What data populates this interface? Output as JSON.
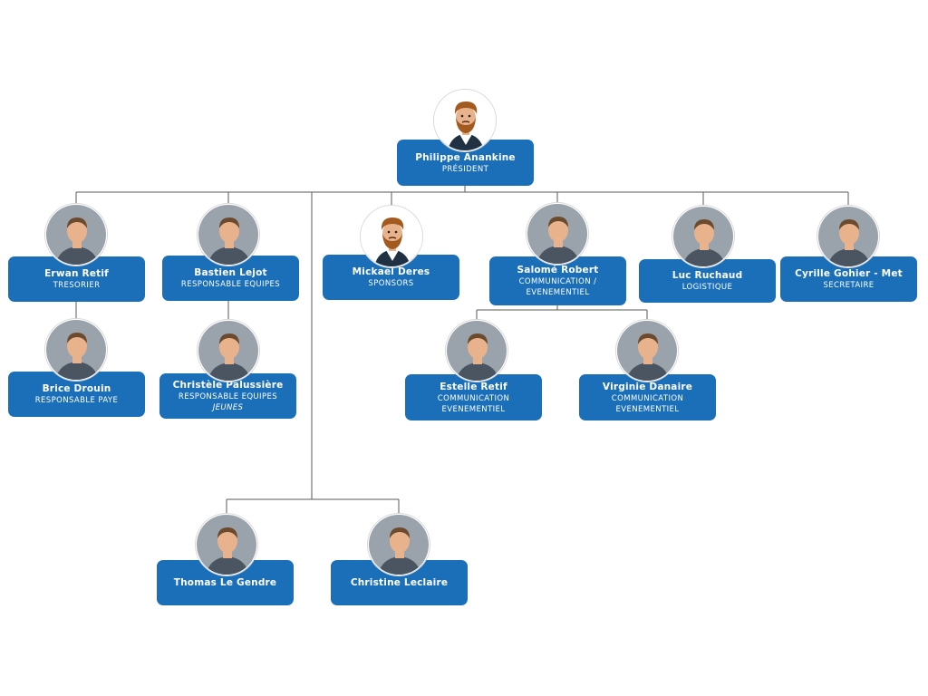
{
  "colors": {
    "box": "#1a6fb8",
    "line": "#5a5a5a",
    "photo_bg": "#9aa3ab",
    "skin": "#e8b28c",
    "hair": "#6b4a2e",
    "cartoon_beard": "#a35a1f",
    "cartoon_suit": "#1f3142"
  },
  "nodes": [
    {
      "id": "pres",
      "name": "Philippe Anankine",
      "role": [
        "PRÉSIDENT"
      ],
      "avatar": "cartoon-man-icon"
    },
    {
      "id": "erwan",
      "name": "Erwan Retif",
      "role": [
        "TRESORIER"
      ],
      "avatar": "person-photo-icon"
    },
    {
      "id": "bastien",
      "name": "Bastien Lejot",
      "role": [
        "RESPONSABLE EQUIPES"
      ],
      "avatar": "person-photo-icon"
    },
    {
      "id": "mickael",
      "name": "Mickael Deres",
      "role": [
        "SPONSORS"
      ],
      "avatar": "cartoon-man-icon"
    },
    {
      "id": "salome",
      "name": "Salomé Robert",
      "role": [
        "COMMUNICATION /",
        "EVENEMENTIEL"
      ],
      "avatar": "person-photo-icon"
    },
    {
      "id": "luc",
      "name": "Luc Ruchaud",
      "role": [
        "LOGISTIQUE"
      ],
      "avatar": "person-photo-icon"
    },
    {
      "id": "cyrille",
      "name": "Cyrille Gohier - Met",
      "role": [
        "SECRETAIRE"
      ],
      "avatar": "person-photo-icon"
    },
    {
      "id": "brice",
      "name": "Brice Drouin",
      "role": [
        "RESPONSABLE PAYE"
      ],
      "avatar": "person-photo-icon"
    },
    {
      "id": "christele",
      "name": "Christèle Palussière",
      "role": [
        "RESPONSABLE EQUIPES",
        "JEUNES"
      ],
      "role_italic": [
        false,
        true
      ],
      "avatar": "person-photo-icon"
    },
    {
      "id": "estelle",
      "name": "Estelle Retif",
      "role": [
        "COMMUNICATION",
        "EVENEMENTIEL"
      ],
      "avatar": "person-photo-icon"
    },
    {
      "id": "virginie",
      "name": "Virginie Danaire",
      "role": [
        "COMMUNICATION",
        "EVENEMENTIEL"
      ],
      "avatar": "person-photo-icon"
    },
    {
      "id": "thomas",
      "name": "Thomas Le Gendre",
      "role": [],
      "avatar": "person-photo-icon"
    },
    {
      "id": "christine",
      "name": "Christine Leclaire",
      "role": [],
      "avatar": "person-photo-icon"
    }
  ]
}
